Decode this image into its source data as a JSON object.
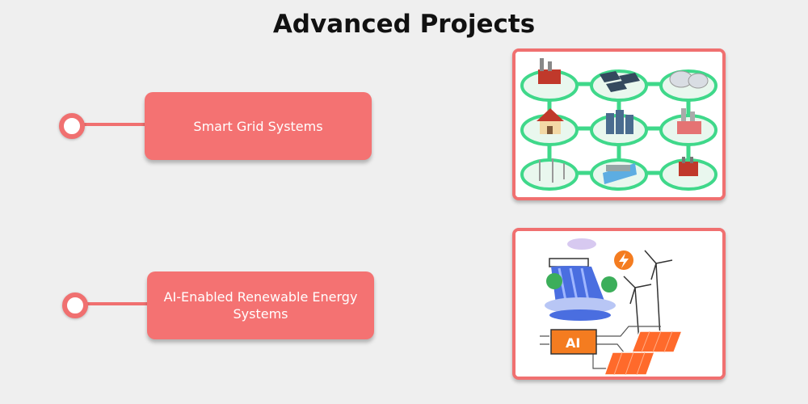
{
  "title": "Advanced Projects",
  "items": [
    {
      "label": "Smart Grid Systems",
      "image": "smart-grid-illustration"
    },
    {
      "label": "AI-Enabled Renewable Energy Systems",
      "image": "ai-renewable-energy-illustration"
    }
  ],
  "colors": {
    "accent": "#f47272",
    "background": "#efefef"
  }
}
